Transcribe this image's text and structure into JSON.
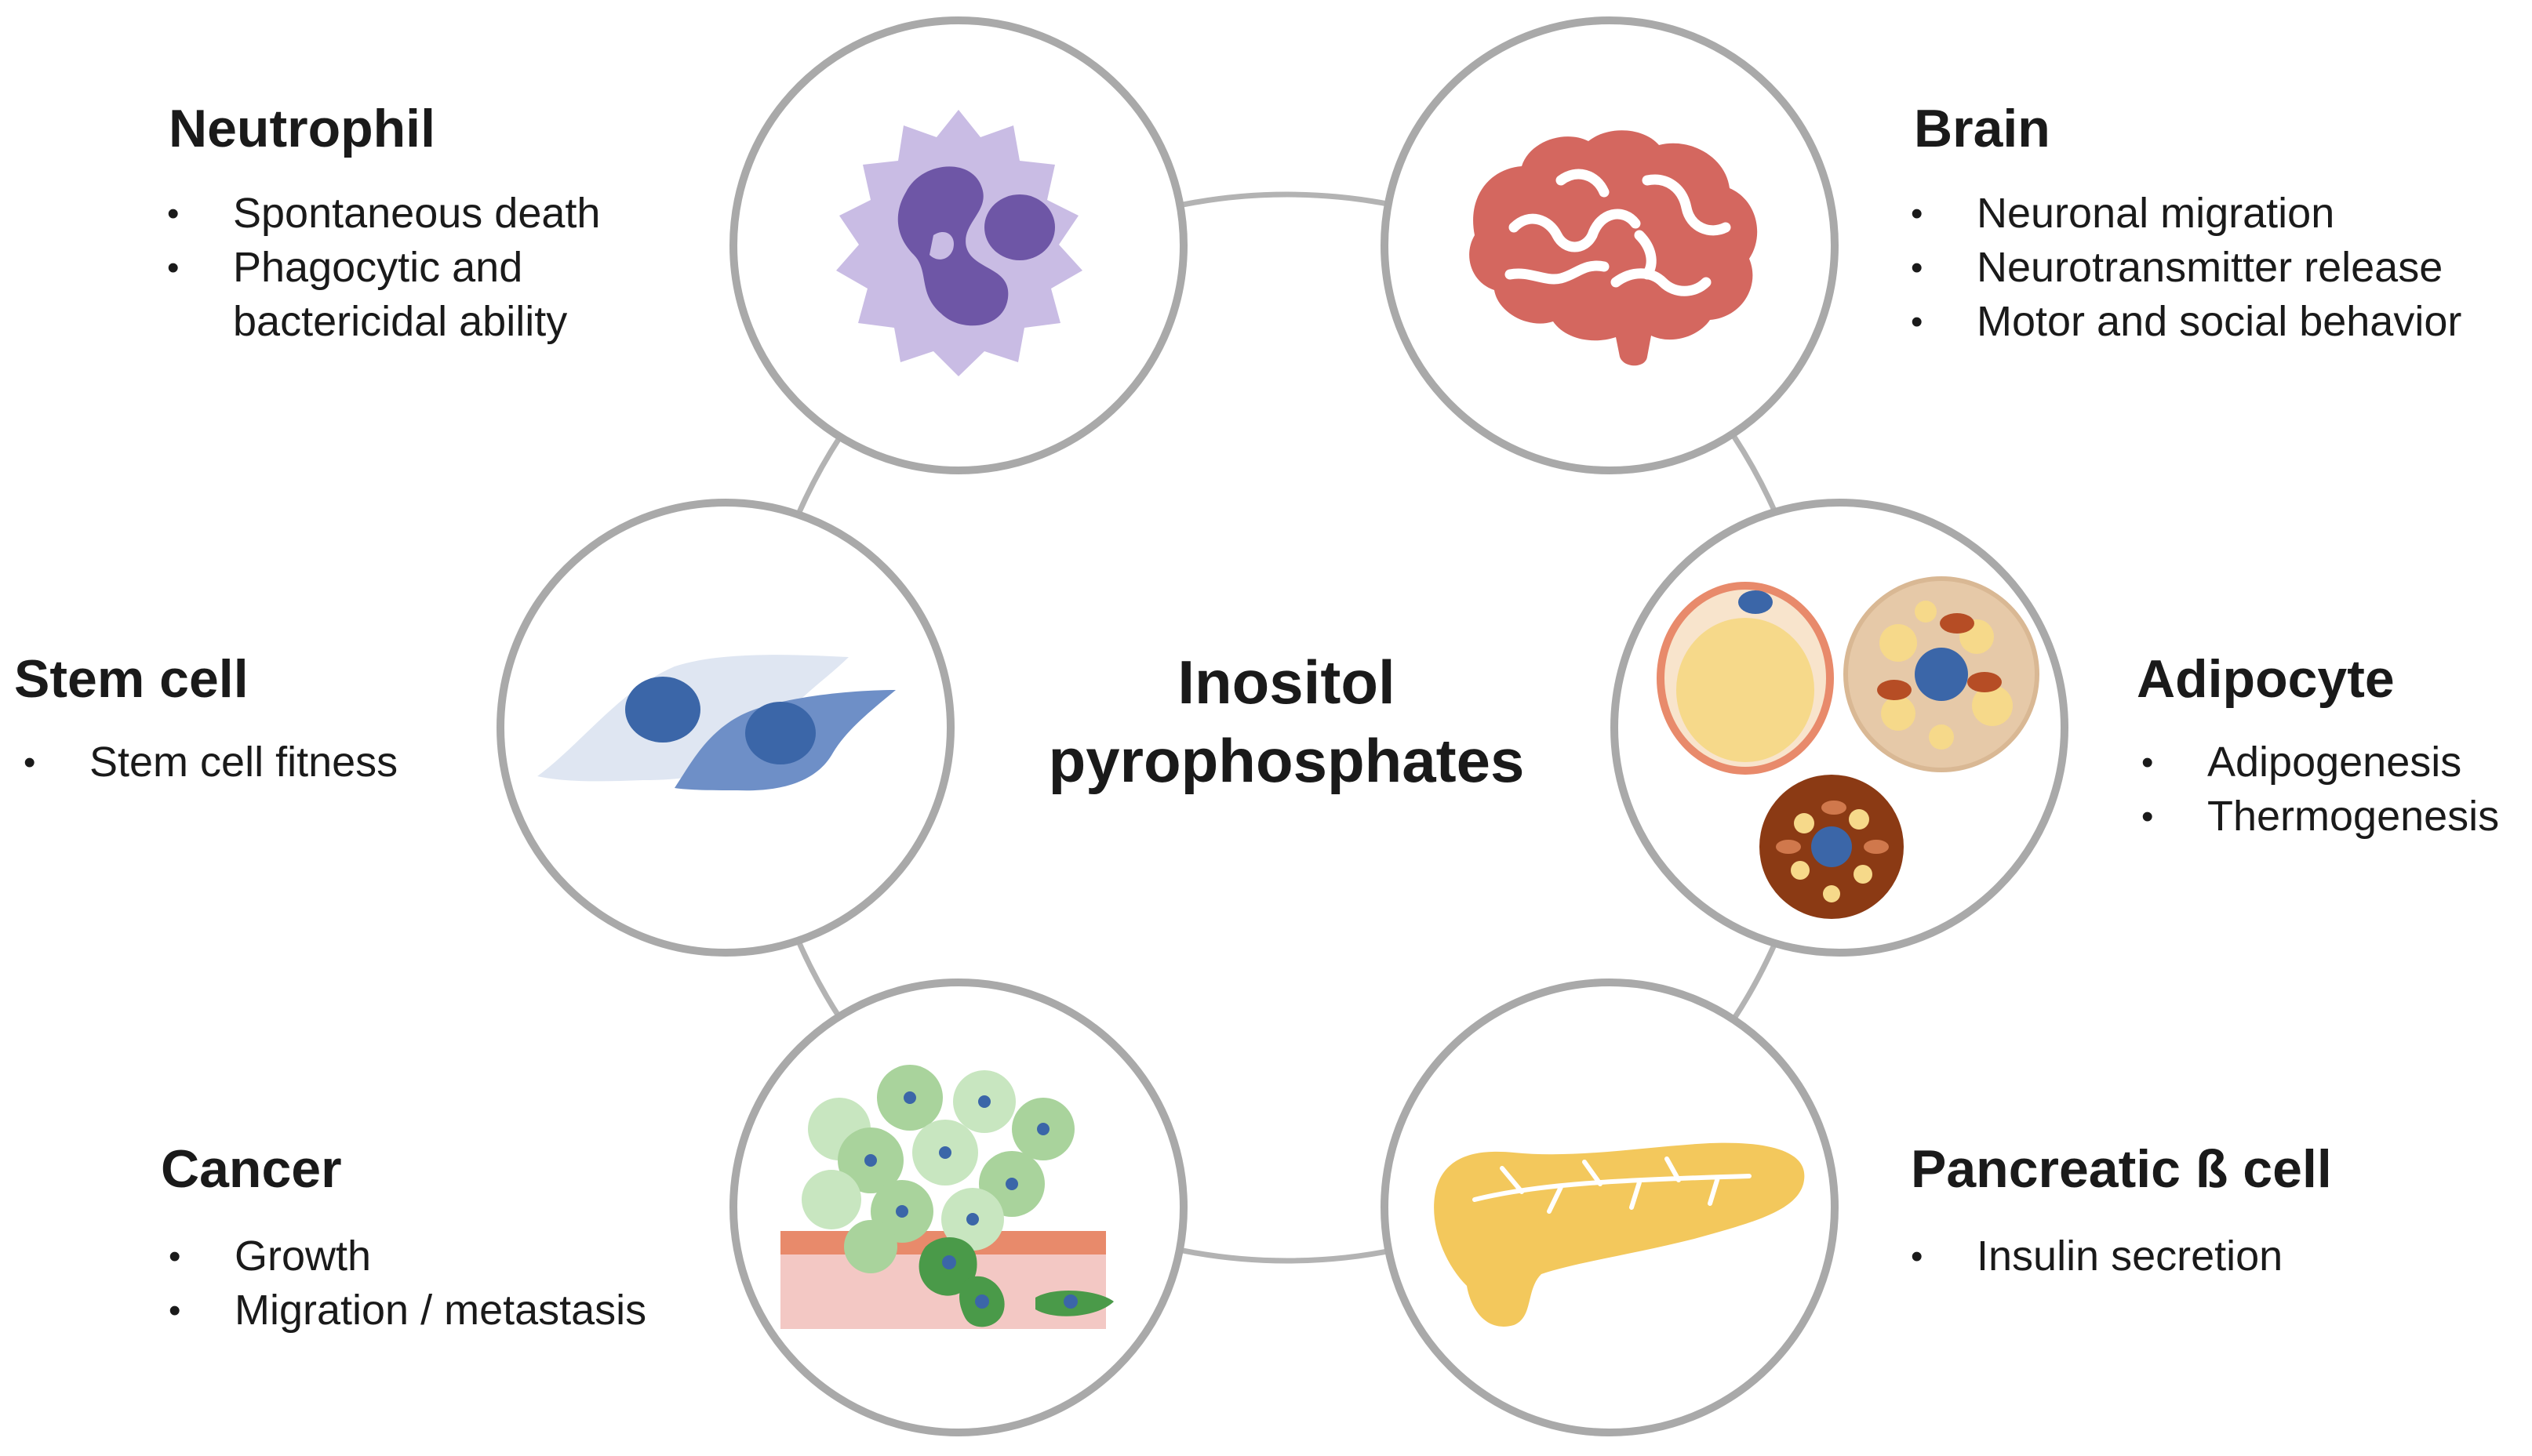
{
  "center": {
    "line1": "Inositol",
    "line2": "pyrophosphates"
  },
  "nodes": {
    "neutrophil": {
      "title": "Neutrophil",
      "bullets": [
        "Spontaneous death",
        "Phagocytic and",
        "bactericidal ability"
      ]
    },
    "brain": {
      "title": "Brain",
      "bullets": [
        "Neuronal migration",
        "Neurotransmitter release",
        "Motor and social behavior"
      ]
    },
    "stem_cell": {
      "title": "Stem cell",
      "bullets": [
        "Stem cell fitness"
      ]
    },
    "adipocyte": {
      "title": "Adipocyte",
      "bullets": [
        "Adipogenesis",
        "Thermogenesis"
      ]
    },
    "cancer": {
      "title": "Cancer",
      "bullets": [
        "Growth",
        "Migration / metastasis"
      ]
    },
    "pancreas": {
      "title": "Pancreatic ß cell",
      "bullets": [
        "Insulin secretion"
      ]
    }
  },
  "icons": {
    "neutrophil": "neutrophil-icon",
    "brain": "brain-icon",
    "stem_cell": "stem-cell-icon",
    "adipocyte": "adipocyte-icon",
    "cancer": "cancer-icon",
    "pancreas": "pancreas-icon"
  },
  "colors": {
    "ring": "#b3b3b3",
    "circle_border": "#a9a9a9",
    "neutrophil_body": "#c9bce4",
    "neutrophil_nucleus": "#6e56a6",
    "brain": "#d4675f",
    "stem_cell_light": "#dfe6f2",
    "stem_cell_nucleus": "#3b66a8",
    "adipocyte_lipid": "#f6d98a",
    "adipocyte_brown": "#8b3a14",
    "cancer_green": "#a9d39c",
    "cancer_dark": "#4a9a49",
    "tissue_pink": "#f3c8c4",
    "pancreas": "#f3c85c"
  }
}
